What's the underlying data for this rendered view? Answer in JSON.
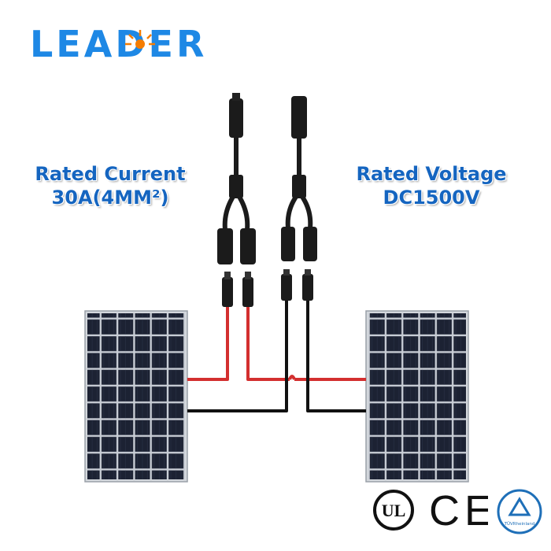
{
  "brand": {
    "logo_text": "LEADER",
    "color": "#1e88e5",
    "sun_color": "#f57c00"
  },
  "specs": {
    "current": {
      "line1": "Rated Current",
      "line2": "30A(4MM²)"
    },
    "voltage": {
      "line1": "Rated Voltage",
      "line2": "DC1500V"
    }
  },
  "certifications": {
    "tuv_text": "TÜVRheinland",
    "ul_mark": "UL",
    "ce_mark": "CE"
  },
  "colors": {
    "positive_wire": "#d32f2f",
    "negative_wire": "#111111",
    "panel_cell": "#1a1f2e",
    "panel_frame": "#c0c4ca"
  }
}
